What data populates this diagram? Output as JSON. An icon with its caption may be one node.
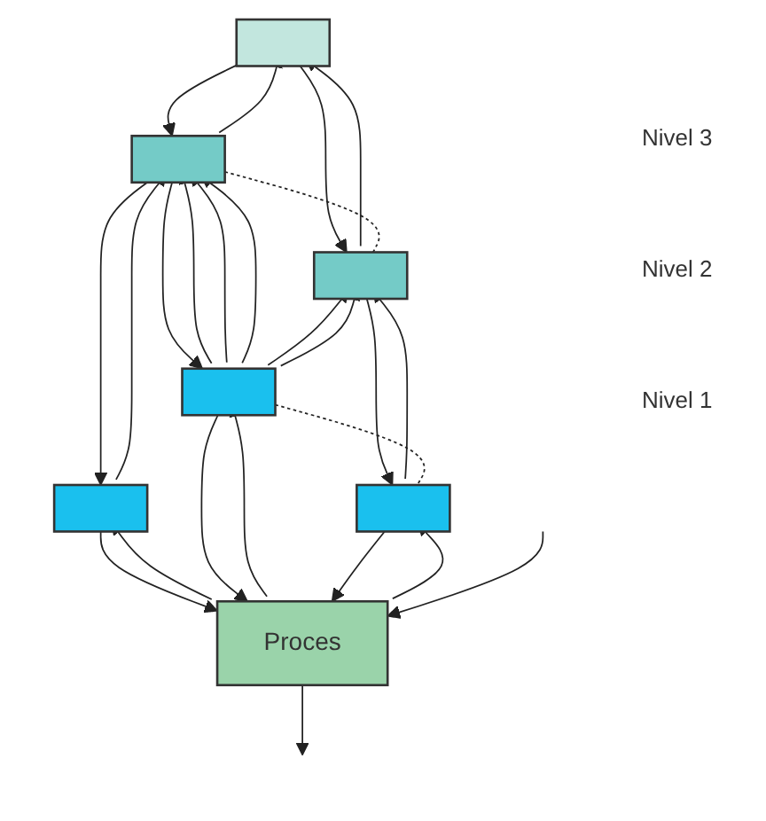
{
  "diagram": {
    "nodes": [
      {
        "text": [],
        "shape": "box"
      },
      {
        "text": [],
        "shape": "box"
      },
      {
        "text": [],
        "shape": "box"
      },
      {
        "text": [],
        "shape": "box"
      },
      {
        "text": [],
        "shape": "box"
      },
      {
        "text": [],
        "shape": "box"
      },
      {
        "text": [
          "Proces"
        ]
      }
    ],
    "edges": [
      {
        "from": 0,
        "to": 1,
        "arrow": "to"
      },
      {
        "from": 1,
        "to": 0,
        "arrow": "to"
      },
      {
        "from": 0,
        "to": 2,
        "arrow": "to"
      },
      {
        "from": 2,
        "to": 0,
        "arrow": "to"
      },
      {
        "from": 1,
        "to": 2,
        "arrow": "none",
        "style": "dashed"
      },
      {
        "from": 1,
        "to": 3,
        "arrow": "to"
      },
      {
        "from": 3,
        "to": 1,
        "arrow": "to"
      },
      {
        "from": 1,
        "to": 4,
        "arrow": "to"
      },
      {
        "from": 4,
        "to": 1,
        "arrow": "to"
      },
      {
        "from": 4,
        "to": 1,
        "arrow": "to"
      },
      {
        "from": 4,
        "to": 1,
        "arrow": "to"
      },
      {
        "from": 4,
        "to": 2,
        "arrow": "to"
      },
      {
        "from": 4,
        "to": 2,
        "arrow": "to"
      },
      {
        "from": 2,
        "to": 5,
        "arrow": "to"
      },
      {
        "from": 5,
        "to": 2,
        "arrow": "to"
      },
      {
        "from": 4,
        "to": 5,
        "arrow": "none",
        "style": "dashed"
      },
      {
        "from": 3,
        "to": 6,
        "arrow": "to"
      },
      {
        "from": 6,
        "to": 3,
        "arrow": "to"
      },
      {
        "from": 4,
        "to": 6,
        "arrow": "to"
      },
      {
        "from": 6,
        "to": 4,
        "arrow": "to"
      },
      {
        "from": 5,
        "to": 6,
        "arrow": "to"
      },
      {
        "from": 6,
        "to": 5,
        "arrow": "to"
      },
      {
        "from": null,
        "to": 6,
        "arrow": "to"
      },
      {
        "from": 6,
        "to": null,
        "arrow": "to"
      }
    ],
    "labels": [
      "Nivel 3",
      "Nivel 2",
      "Nivel 1"
    ]
  }
}
